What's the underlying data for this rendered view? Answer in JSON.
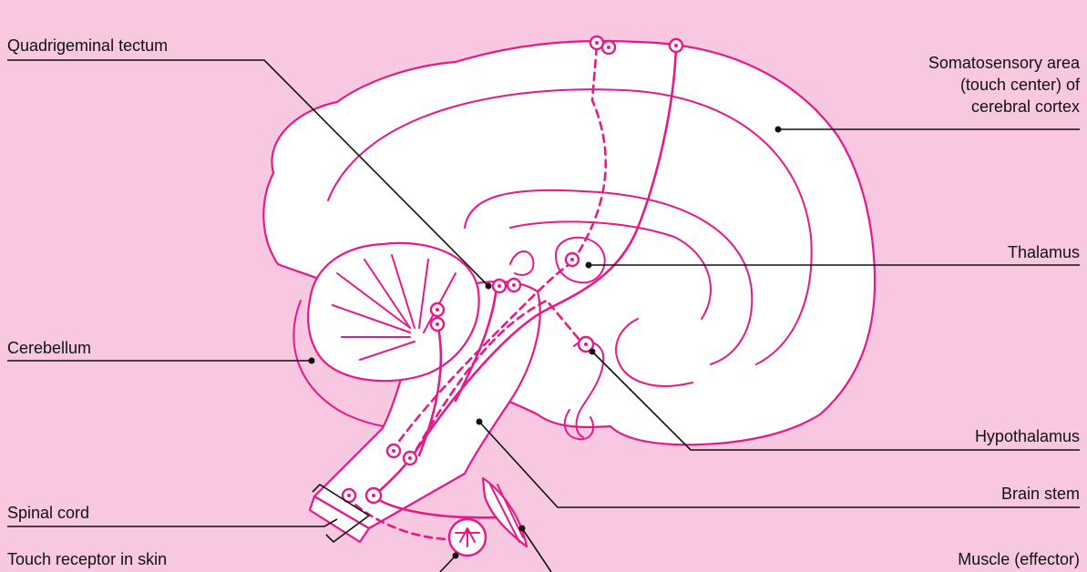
{
  "labels": {
    "quadrigeminal_tectum": "Quadrigeminal tectum",
    "somatosensory_line1": "Somatosensory area",
    "somatosensory_line2": "(touch center) of",
    "somatosensory_line3": "cerebral cortex",
    "thalamus": "Thalamus",
    "cerebellum": "Cerebellum",
    "hypothalamus": "Hypothalamus",
    "brain_stem": "Brain stem",
    "spinal_cord": "Spinal cord",
    "touch_receptor": "Touch receptor in skin",
    "muscle": "Muscle (effector)"
  },
  "colors": {
    "background": "#f8c8e0",
    "accent": "#e8178a",
    "brain_fill": "#ffffff",
    "leader": "#111111"
  }
}
